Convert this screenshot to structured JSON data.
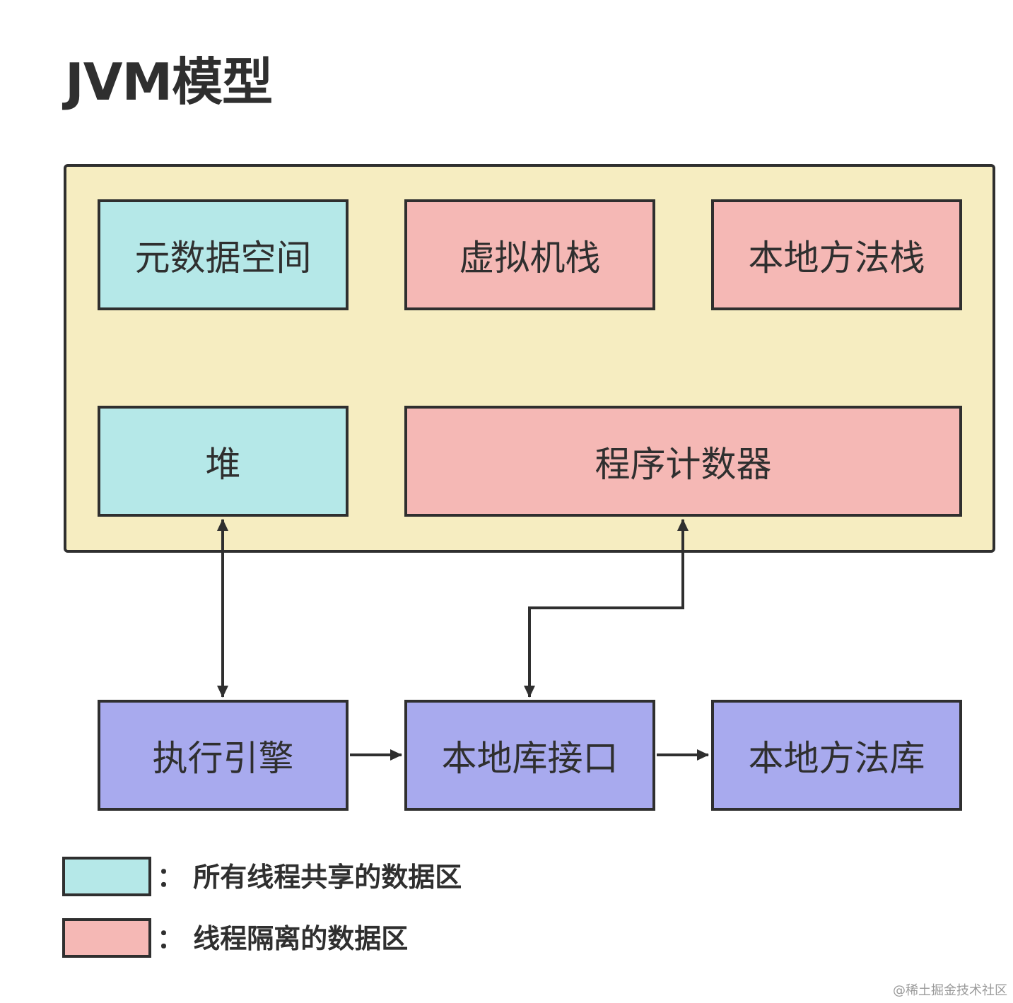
{
  "title": "JVM模型",
  "colors": {
    "shared": "#b5e8e8",
    "isolated": "#f5b8b5",
    "engine": "#a8aaee",
    "container": "#f6edc1",
    "stroke": "#2f2f2f"
  },
  "jvm_areas": {
    "metaspace": "元数据空间",
    "vm_stack": "虚拟机栈",
    "native_method_stack": "本地方法栈",
    "heap": "堆",
    "program_counter": "程序计数器"
  },
  "bottom_row": {
    "execution_engine": "执行引擎",
    "native_interface": "本地库接口",
    "native_library": "本地方法库"
  },
  "legend": {
    "shared": "： 所有线程共享的数据区",
    "isolated": "： 线程隔离的数据区"
  },
  "watermark": "@稀土掘金技术社区"
}
